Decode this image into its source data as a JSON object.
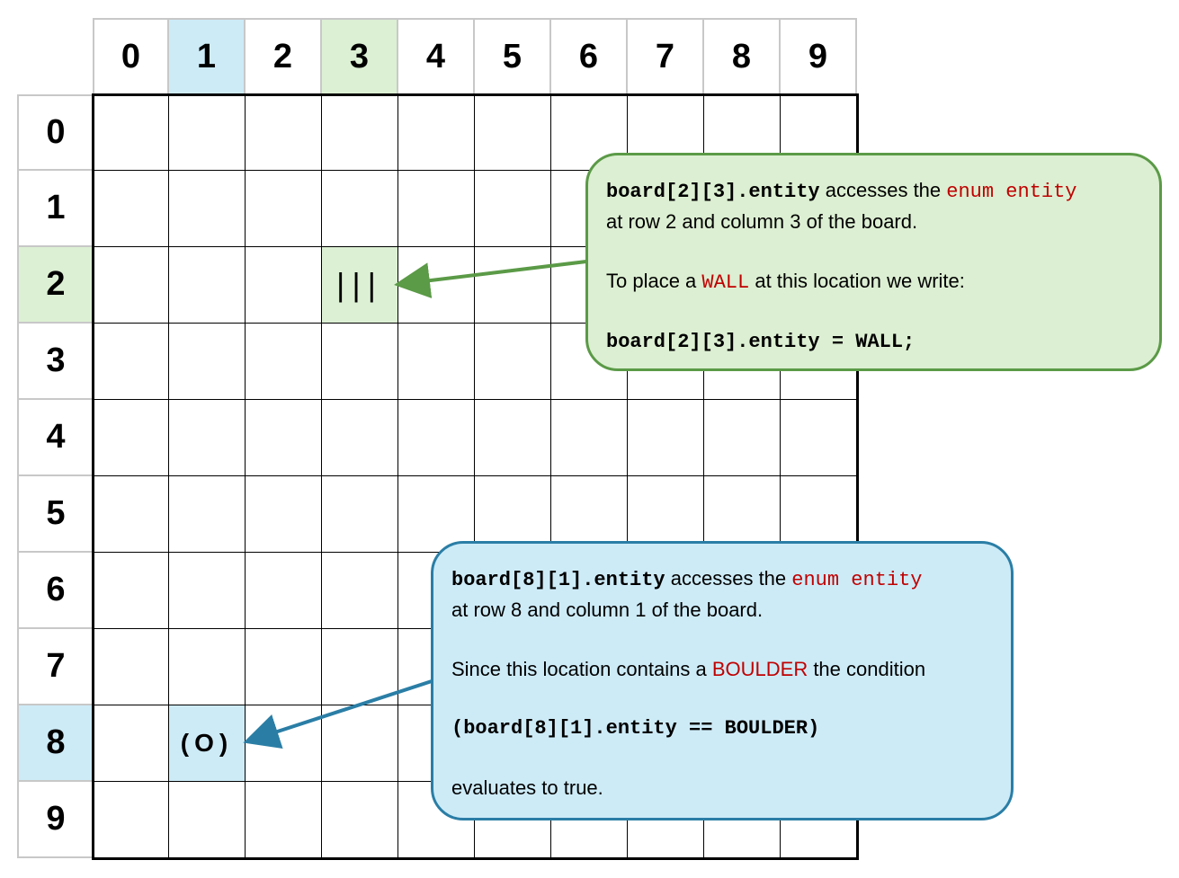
{
  "grid": {
    "col_headers": [
      "0",
      "1",
      "2",
      "3",
      "4",
      "5",
      "6",
      "7",
      "8",
      "9"
    ],
    "row_headers": [
      "0",
      "1",
      "2",
      "3",
      "4",
      "5",
      "6",
      "7",
      "8",
      "9"
    ],
    "highlight_green": "#dcf0d3",
    "highlight_blue": "#cdebf7"
  },
  "cells": {
    "wall_cell": {
      "row": 2,
      "col": 3,
      "glyph": "|||"
    },
    "boulder_cell": {
      "row": 8,
      "col": 1,
      "glyph": "(O)"
    }
  },
  "callout_wall": {
    "code_ref": "board[2][3].entity",
    "accesses_text": " accesses the ",
    "enum_kw": "enum entity",
    "location_text": "at row 2 and column 3 of the board.",
    "place_prefix": "To place a ",
    "wall_kw": "WALL",
    "place_suffix": " at this location we  write:",
    "assignment_code": "board[2][3].entity = WALL;"
  },
  "callout_boulder": {
    "code_ref": "board[8][1].entity",
    "accesses_text": " accesses the ",
    "enum_kw": "enum entity",
    "location_text": "at row 8 and column 1 of the board.",
    "since_prefix": "Since this location contains a ",
    "boulder_kw": "BOULDER",
    "since_suffix": " the condition",
    "condition_code": "(board[8][1].entity == BOULDER)",
    "result_text": "evaluates to true."
  },
  "colors": {
    "green_border": "#5b9a47",
    "blue_border": "#2a7ea6",
    "keyword_red": "#c00000"
  }
}
